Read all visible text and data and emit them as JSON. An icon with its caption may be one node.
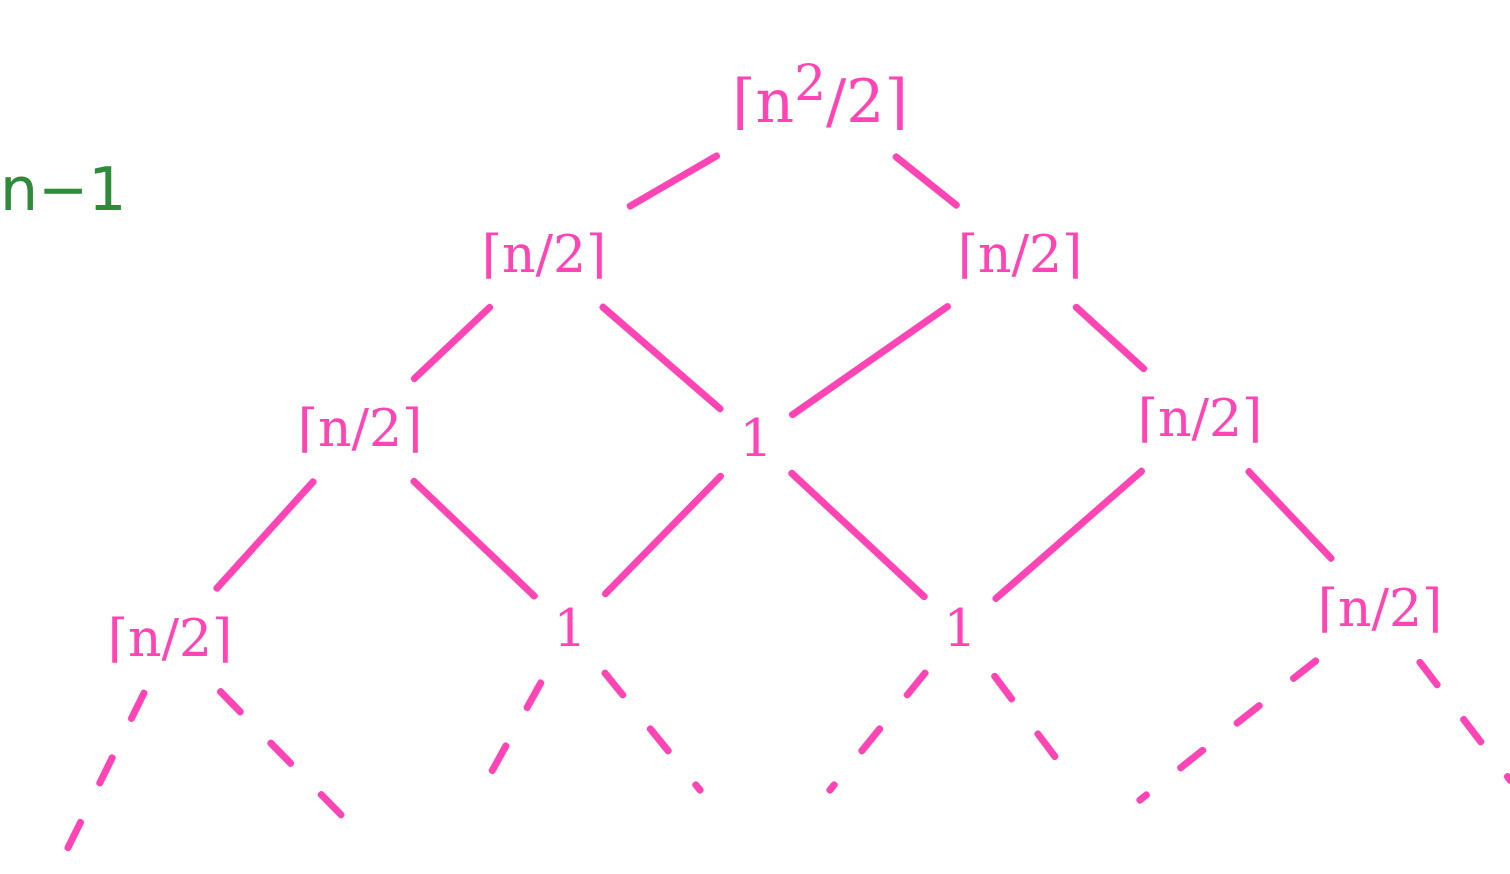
{
  "diagram": {
    "nodes": [
      {
        "text": [
          "⌈n$^{2}$/2⌉"
        ]
      },
      {
        "text": [
          "⌈n/2⌉"
        ]
      },
      {
        "text": [
          "⌈n/2⌉"
        ]
      },
      {
        "text": [
          "⌈n/2⌉"
        ]
      },
      {
        "text": [
          "1"
        ]
      },
      {
        "text": [
          "⌈n/2⌉"
        ]
      },
      {
        "text": [
          "⌈n/2⌉"
        ]
      },
      {
        "text": [
          "1"
        ]
      },
      {
        "text": [
          "1"
        ]
      },
      {
        "text": [
          "⌈n/2⌉"
        ]
      }
    ],
    "edges": [
      {
        "from": 0,
        "to": 1,
        "arrow": "none"
      },
      {
        "from": 0,
        "to": 2,
        "arrow": "none"
      },
      {
        "from": 1,
        "to": 3,
        "arrow": "none"
      },
      {
        "from": 1,
        "to": 4,
        "arrow": "none"
      },
      {
        "from": 2,
        "to": 4,
        "arrow": "none"
      },
      {
        "from": 2,
        "to": 5,
        "arrow": "none"
      },
      {
        "from": 3,
        "to": 6,
        "arrow": "none"
      },
      {
        "from": 3,
        "to": 7,
        "arrow": "none"
      },
      {
        "from": 4,
        "to": 7,
        "arrow": "none"
      },
      {
        "from": 4,
        "to": 8,
        "arrow": "none"
      },
      {
        "from": 5,
        "to": 8,
        "arrow": "none"
      },
      {
        "from": 5,
        "to": 9,
        "arrow": "none"
      },
      {
        "from": 6,
        "to": null,
        "arrow": "none",
        "style": "dashed"
      },
      {
        "from": 6,
        "to": null,
        "arrow": "none",
        "style": "dashed"
      },
      {
        "from": 7,
        "to": null,
        "arrow": "none",
        "style": "dashed"
      },
      {
        "from": 7,
        "to": null,
        "arrow": "none",
        "style": "dashed"
      },
      {
        "from": 8,
        "to": null,
        "arrow": "none",
        "style": "dashed"
      },
      {
        "from": 8,
        "to": null,
        "arrow": "none",
        "style": "dashed"
      },
      {
        "from": 9,
        "to": null,
        "arrow": "none",
        "style": "dashed"
      },
      {
        "from": 9,
        "to": null,
        "arrow": "none",
        "style": "dashed"
      }
    ],
    "labels": [
      "n−1"
    ]
  }
}
